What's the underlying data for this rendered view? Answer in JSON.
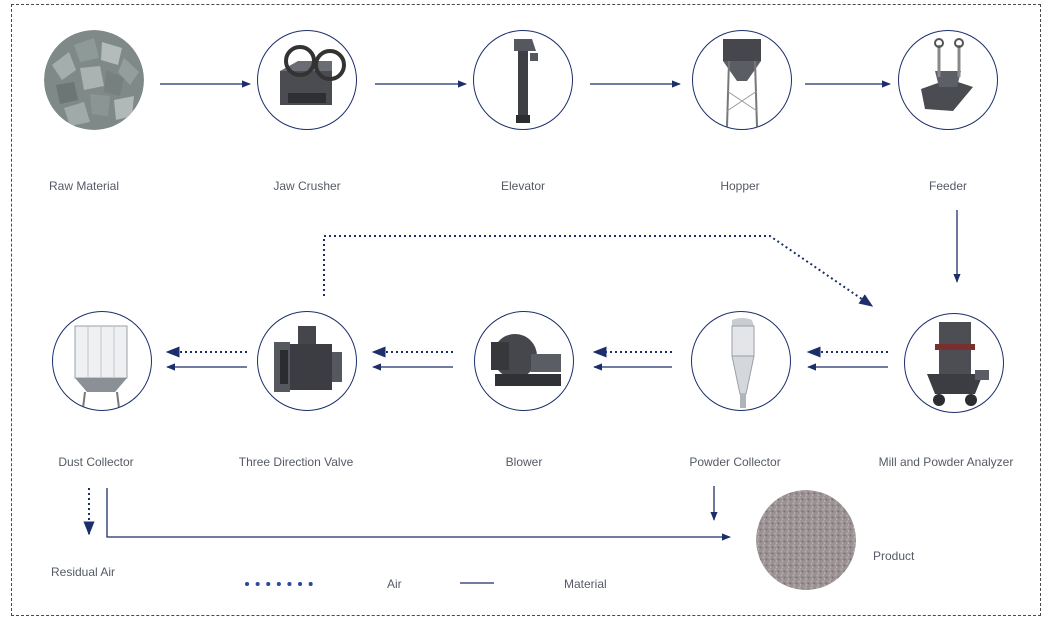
{
  "colors": {
    "accent": "#1c2f6b",
    "text": "#555a66",
    "frame": "#4a4a4a"
  },
  "nodes": {
    "raw_material": "Raw Material",
    "jaw_crusher": "Jaw Crusher",
    "elevator": "Elevator",
    "hopper": "Hopper",
    "feeder": "Feeder",
    "dust_collector": "Dust Collector",
    "three_direction_valve": "Three Direction Valve",
    "blower": "Blower",
    "powder_collector": "Powder Collector",
    "mill": "Mill and Powder Analyzer",
    "product": "Product"
  },
  "residual_air": "Residual Air",
  "legend": {
    "air": "Air",
    "material": "Material"
  }
}
